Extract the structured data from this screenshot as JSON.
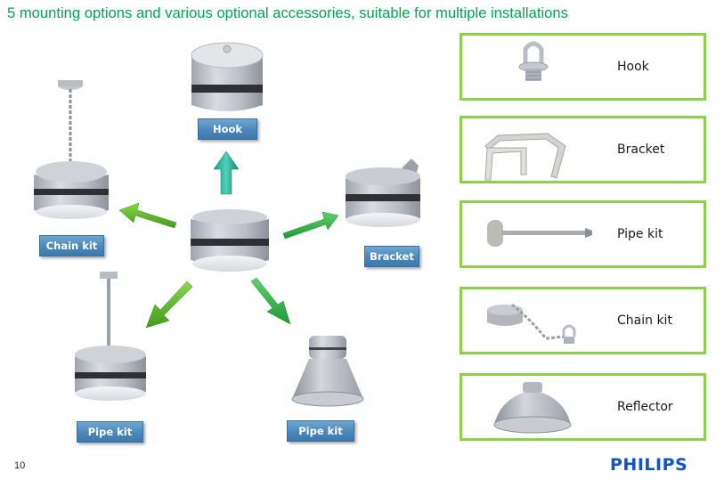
{
  "slide": {
    "title": "5 mounting options and various optional accessories, suitable for multiple installations",
    "page_number": "10",
    "brand": "PHILIPS",
    "colors": {
      "title_green": "#00a651",
      "box_border": "#8cd050",
      "label_blue": "#4a87bb",
      "brand_blue": "#1054c8"
    }
  },
  "diagram": {
    "center": {
      "name": "luminaire"
    },
    "options": [
      {
        "id": "hook",
        "label": "Hook"
      },
      {
        "id": "chain-kit",
        "label": "Chain kit"
      },
      {
        "id": "bracket",
        "label": "Bracket"
      },
      {
        "id": "pipe-kit",
        "label": "Pipe kit"
      },
      {
        "id": "reflector-pipe-kit",
        "label": "Pipe kit"
      }
    ]
  },
  "accessories": [
    {
      "id": "hook",
      "label": "Hook",
      "icon": "hook-icon"
    },
    {
      "id": "bracket",
      "label": "Bracket",
      "icon": "bracket-icon"
    },
    {
      "id": "pipe-kit",
      "label": "Pipe kit",
      "icon": "pipe-kit-icon"
    },
    {
      "id": "chain-kit",
      "label": "Chain kit",
      "icon": "chain-kit-icon"
    },
    {
      "id": "reflector",
      "label": "Reflector",
      "icon": "reflector-icon"
    }
  ]
}
